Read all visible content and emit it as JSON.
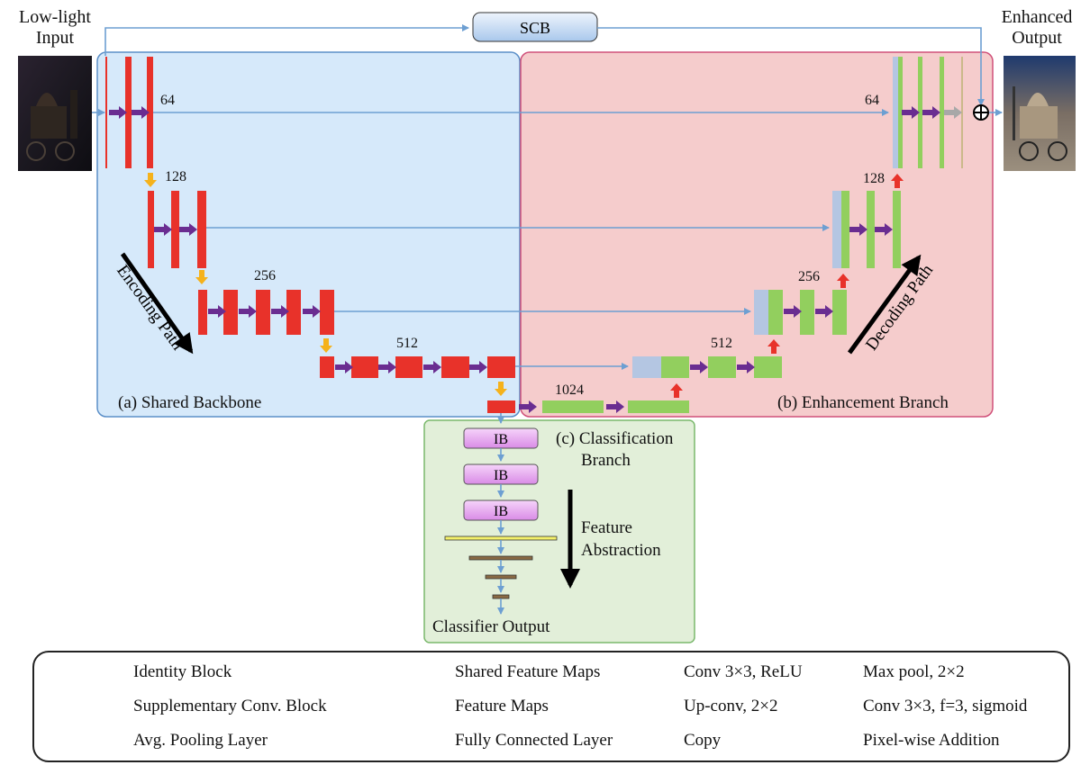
{
  "io": {
    "input_label_line1": "Low-light",
    "input_label_line2": "Input",
    "output_label_line1": "Enhanced",
    "output_label_line2": "Output"
  },
  "scb_label": "SCB",
  "encoder_channels": [
    "64",
    "128",
    "256",
    "512"
  ],
  "bottleneck_channels": "1024",
  "decoder_channels": [
    "64",
    "128",
    "256",
    "512"
  ],
  "paths": {
    "encoding": "Encoding Path",
    "decoding": "Decoding Path",
    "abstraction_line1": "Feature",
    "abstraction_line2": "Abstraction"
  },
  "regions": {
    "shared_backbone": "(a) Shared Backbone",
    "enhancement_branch": "(b) Enhancement Branch",
    "classification_line1": "(c) Classification",
    "classification_line2": "Branch"
  },
  "ib_label": "IB",
  "classifier_output": "Classifier Output",
  "legend": {
    "identity_block": "Identity Block",
    "scb": "Supplementary Conv. Block",
    "avg_pool": "Avg. Pooling Layer",
    "shared_fm": "Shared Feature Maps",
    "feature_maps": "Feature Maps",
    "fc": "Fully Connected Layer",
    "conv": "Conv 3×3, ReLU",
    "upconv": "Up-conv, 2×2",
    "copy": "Copy",
    "maxpool": "Max pool, 2×2",
    "conv_sigmoid": "Conv 3×3, f=3, sigmoid",
    "pixel_add": "Pixel-wise Addition"
  },
  "colors": {
    "backbone_bg": "#d6e9fa",
    "backbone_border": "#5b8fc8",
    "enhancement_bg": "#f5cccc",
    "enhancement_border": "#d0507a",
    "classification_bg": "#e2efd9",
    "classification_border": "#7ab86c",
    "shared_feature_map": "#e8322a",
    "feature_map": "#92cf5e",
    "copied_feature_map": "#b4c6e2",
    "conv_arrow": "#6a2d91",
    "maxpool_arrow": "#f5b21b",
    "upconv_arrow": "#e8322a",
    "sigmoid_arrow": "#a8a8a8",
    "copy_line": "#6d9fd2",
    "identity_block": "#e9a8f0",
    "scb_block": "#c9ddf5",
    "avg_pool_bar": "#f3f06a",
    "fc_bar": "#8a6a44"
  },
  "icons": [
    "conv-arrow-icon",
    "maxpool-arrow-icon",
    "upconv-arrow-icon",
    "sigmoid-arrow-icon",
    "copy-arrow-icon",
    "pixel-add-icon",
    "photo-thumbnail-icon"
  ]
}
